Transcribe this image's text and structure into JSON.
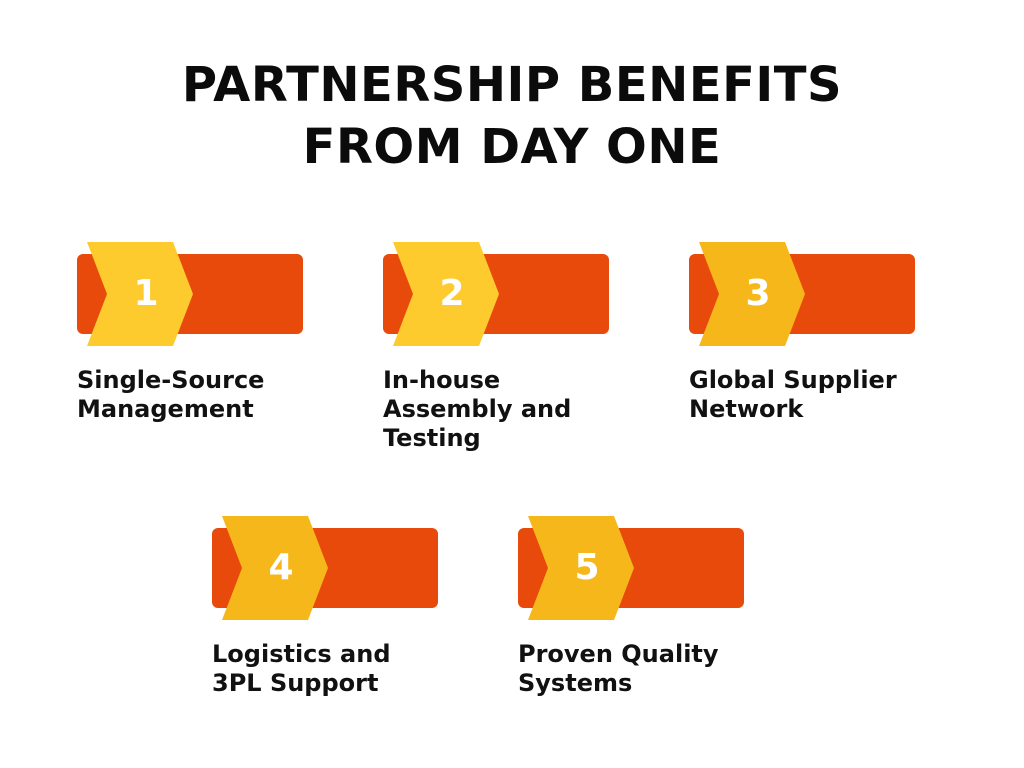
{
  "title": {
    "line1": "PARTNERSHIP BENEFITS",
    "line2": "FROM DAY ONE"
  },
  "colors": {
    "bar": "#E84A0C",
    "chevron": "#FDCB2E",
    "chevron_alt": "#F6B71A",
    "number": "#FFFFFF",
    "text": "#111111"
  },
  "benefits": [
    {
      "number": "1",
      "label_lines": [
        "Single-Source",
        "Management"
      ]
    },
    {
      "number": "2",
      "label_lines": [
        "In-house",
        "Assembly and",
        "Testing"
      ]
    },
    {
      "number": "3",
      "label_lines": [
        "Global Supplier",
        "Network"
      ]
    },
    {
      "number": "4",
      "label_lines": [
        "Logistics and",
        "3PL Support"
      ]
    },
    {
      "number": "5",
      "label_lines": [
        "Proven Quality",
        "Systems"
      ]
    }
  ]
}
